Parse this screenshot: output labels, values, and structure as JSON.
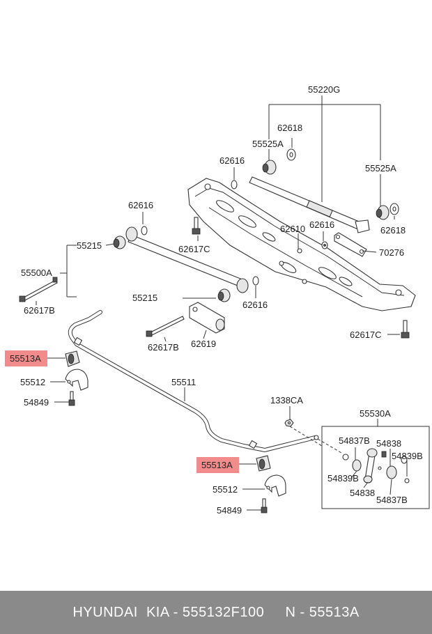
{
  "labels": {
    "l55220G": "55220G",
    "l62618a": "62618",
    "l55525Aa": "55525A",
    "l62616a": "62616",
    "l55525Ab": "55525A",
    "l62616b": "62616",
    "l62618b": "62618",
    "l62616c": "62616",
    "l62610": "62610",
    "l55215a": "55215",
    "l62617Ca": "62617C",
    "l70276": "70276",
    "l55500A": "55500A",
    "l62617Ba": "62617B",
    "l55215b": "55215",
    "l62616d": "62616",
    "l62619": "62619",
    "l62617Bb": "62617B",
    "l62617Cb": "62617C",
    "l55513Aa": "55513A",
    "l55512a": "55512",
    "l55511": "55511",
    "l54849a": "54849",
    "l1338CA": "1338CA",
    "l55530A": "55530A",
    "l54837Ba": "54837B",
    "l54838a": "54838",
    "l54839Ba": "54839B",
    "l55513Ab": "55513A",
    "l54839Bb": "54839B",
    "l55512b": "55512",
    "l54838b": "54838",
    "l54837Bb": "54837B",
    "l54849b": "54849"
  },
  "highlight_color": "#f28b8b",
  "footer": {
    "text": "HYUNDAI  KIA - 555132F100     N - 55513A"
  }
}
